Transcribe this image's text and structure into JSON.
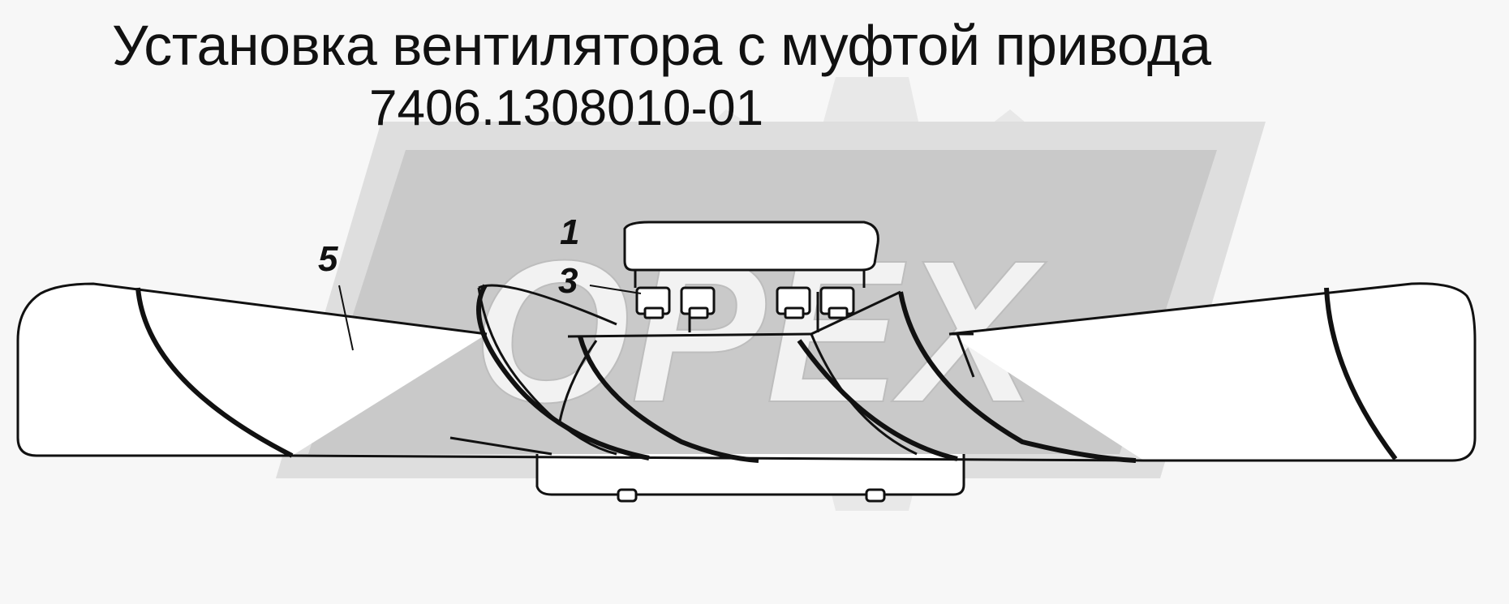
{
  "title": "Установка вентилятора с муфтой привода",
  "subtitle": "7406.1308010-01",
  "watermark": {
    "text": "OPEX",
    "color": "#cfcfcf",
    "gear_color": "#e8e8e8"
  },
  "callouts": [
    {
      "id": "1",
      "label": "1"
    },
    {
      "id": "3",
      "label": "3"
    },
    {
      "id": "5",
      "label": "5"
    }
  ],
  "colors": {
    "line": "#111111",
    "background": "#f7f7f7",
    "part_fill": "#ffffff"
  }
}
